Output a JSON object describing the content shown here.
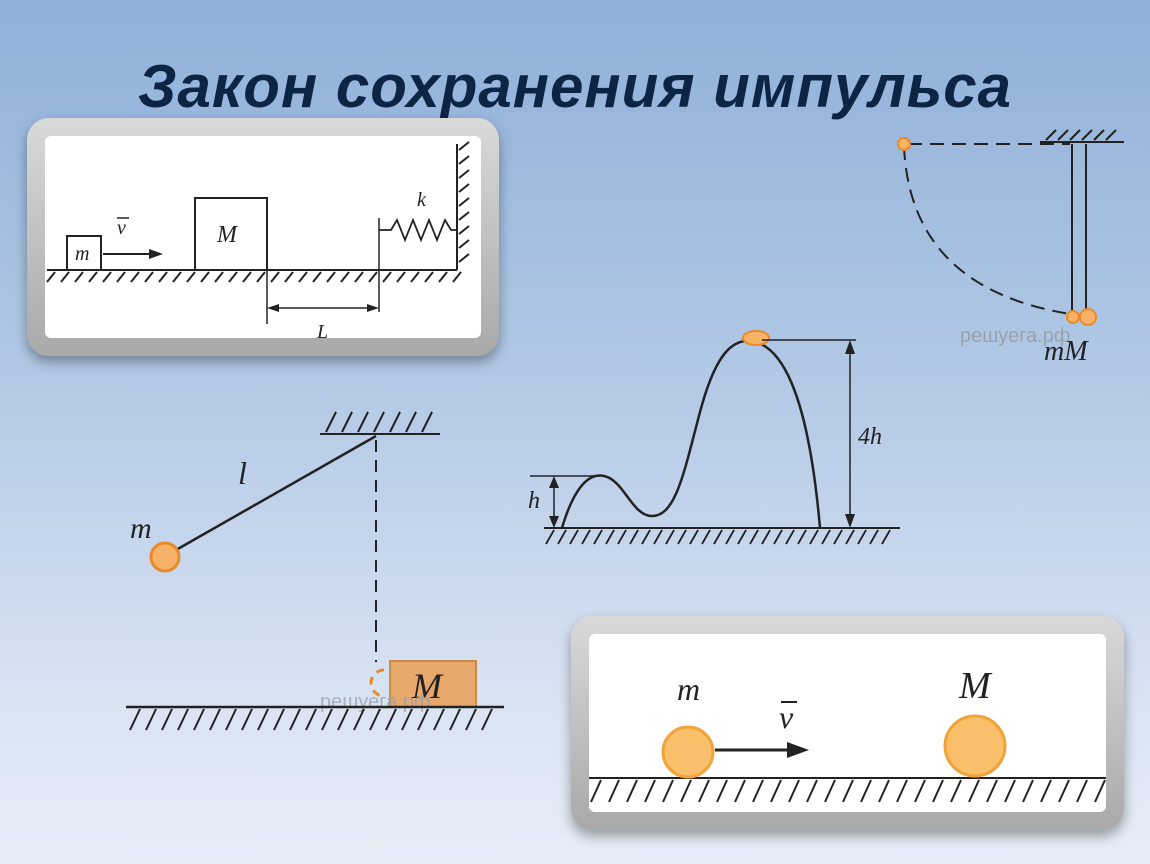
{
  "title": "Закон сохранения импульса",
  "colors": {
    "ball_fill": "#f7b267",
    "ball_stroke": "#e88a2a",
    "block_fill": "#e7a86c",
    "ink": "#222222"
  },
  "diagram_spring": {
    "mass_small": "m",
    "mass_big": "M",
    "velocity": "v",
    "spring": "k",
    "distance": "L"
  },
  "diagram_pendulum_fall": {
    "mass_labels": "mM",
    "watermark": "решуега.рф"
  },
  "diagram_pendulum": {
    "string": "l",
    "mass_small": "m",
    "mass_big": "M",
    "watermark": "решуега.рф"
  },
  "diagram_hills": {
    "small_height": "h",
    "big_height": "4h"
  },
  "diagram_collision": {
    "mass_small": "m",
    "velocity": "v",
    "mass_big": "M"
  }
}
